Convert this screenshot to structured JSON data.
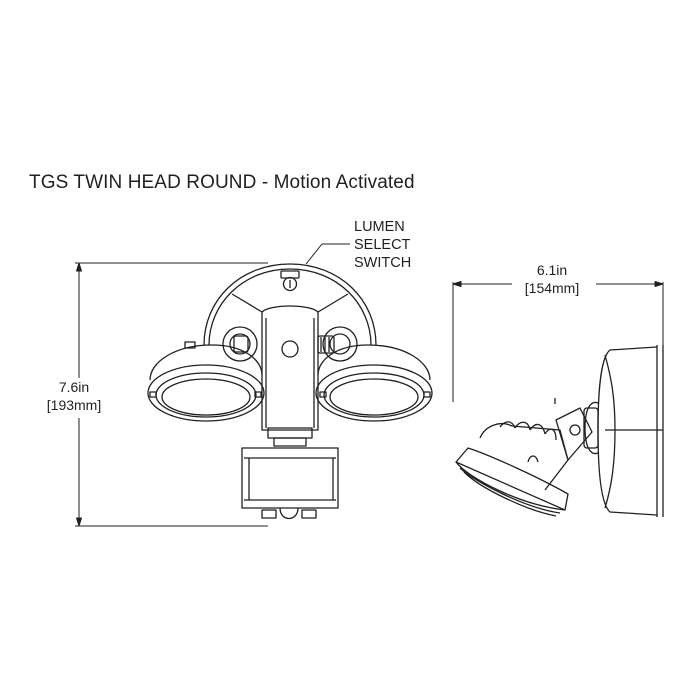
{
  "title": "TGS TWIN HEAD ROUND - Motion Activated",
  "callout": {
    "label": "LUMEN\nSELECT\nSWITCH"
  },
  "dimensions": {
    "height": {
      "imperial": "7.6in",
      "metric": "[193mm]"
    },
    "depth": {
      "imperial": "6.1in",
      "metric": "[154mm]"
    }
  },
  "views": {
    "front": "front-view",
    "side": "side-view"
  },
  "colors": {
    "line": "#231f20",
    "background": "#ffffff"
  }
}
